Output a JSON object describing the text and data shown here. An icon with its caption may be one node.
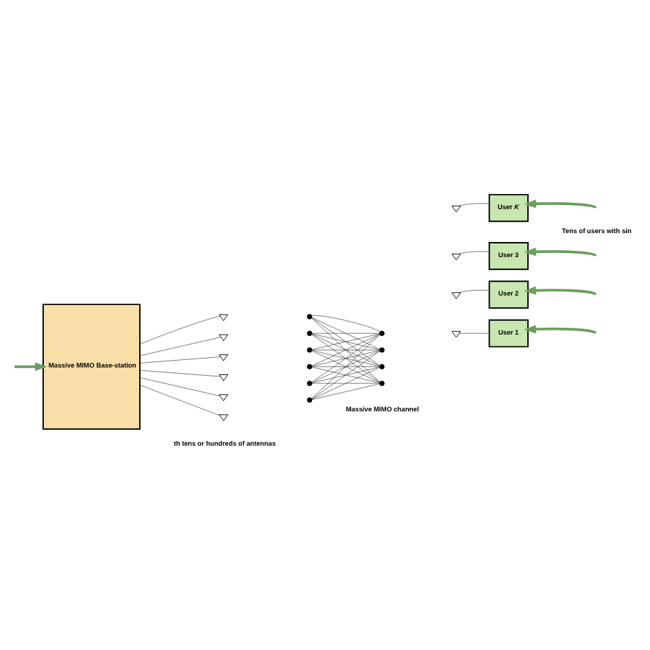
{
  "diagram": {
    "nodes": [
      {
        "text": [
          "Massive MIMO Base-station"
        ]
      },
      {
        "text": [],
        "shape": "antenna"
      },
      {
        "text": [],
        "shape": "antenna"
      },
      {
        "text": [],
        "shape": "antenna"
      },
      {
        "text": [],
        "shape": "antenna"
      },
      {
        "text": [],
        "shape": "antenna"
      },
      {
        "text": [],
        "shape": "antenna"
      },
      {
        "text": [],
        "shape": "circle"
      },
      {
        "text": [],
        "shape": "circle"
      },
      {
        "text": [],
        "shape": "circle"
      },
      {
        "text": [],
        "shape": "circle"
      },
      {
        "text": [],
        "shape": "circle"
      },
      {
        "text": [],
        "shape": "circle"
      },
      {
        "text": [],
        "shape": "circle"
      },
      {
        "text": [],
        "shape": "circle"
      },
      {
        "text": [],
        "shape": "circle"
      },
      {
        "text": [],
        "shape": "circle"
      },
      {
        "text": [],
        "shape": "antenna"
      },
      {
        "text": [],
        "shape": "antenna"
      },
      {
        "text": [],
        "shape": "antenna"
      },
      {
        "text": [],
        "shape": "antenna"
      },
      {
        "text": [
          "User 1"
        ]
      },
      {
        "text": [
          "User 2"
        ]
      },
      {
        "text": [
          "User 3"
        ]
      },
      {
        "text": [
          "User *K*"
        ]
      }
    ],
    "edges": [
      {
        "from": null,
        "to": 0,
        "arrow": "to",
        "style": "thick",
        "color": "#6a9f5e"
      },
      {
        "from": 0,
        "to": 1,
        "arrow": "none"
      },
      {
        "from": 0,
        "to": 2,
        "arrow": "none"
      },
      {
        "from": 0,
        "to": 3,
        "arrow": "none"
      },
      {
        "from": 0,
        "to": 4,
        "arrow": "none"
      },
      {
        "from": 0,
        "to": 5,
        "arrow": "none"
      },
      {
        "from": 0,
        "to": 6,
        "arrow": "none"
      },
      {
        "from": 7,
        "to": 13,
        "arrow": "none"
      },
      {
        "from": 7,
        "to": 14,
        "arrow": "none"
      },
      {
        "from": 7,
        "to": 15,
        "arrow": "none"
      },
      {
        "from": 7,
        "to": 16,
        "arrow": "none"
      },
      {
        "from": 8,
        "to": 13,
        "arrow": "none"
      },
      {
        "from": 8,
        "to": 14,
        "arrow": "none"
      },
      {
        "from": 8,
        "to": 15,
        "arrow": "none"
      },
      {
        "from": 8,
        "to": 16,
        "arrow": "none"
      },
      {
        "from": 9,
        "to": 13,
        "arrow": "none"
      },
      {
        "from": 9,
        "to": 14,
        "arrow": "none"
      },
      {
        "from": 9,
        "to": 15,
        "arrow": "none"
      },
      {
        "from": 9,
        "to": 16,
        "arrow": "none"
      },
      {
        "from": 10,
        "to": 13,
        "arrow": "none"
      },
      {
        "from": 10,
        "to": 14,
        "arrow": "none"
      },
      {
        "from": 10,
        "to": 15,
        "arrow": "none"
      },
      {
        "from": 10,
        "to": 16,
        "arrow": "none"
      },
      {
        "from": 11,
        "to": 13,
        "arrow": "none"
      },
      {
        "from": 11,
        "to": 14,
        "arrow": "none"
      },
      {
        "from": 11,
        "to": 15,
        "arrow": "none"
      },
      {
        "from": 11,
        "to": 16,
        "arrow": "none"
      },
      {
        "from": 12,
        "to": 13,
        "arrow": "none"
      },
      {
        "from": 12,
        "to": 14,
        "arrow": "none"
      },
      {
        "from": 12,
        "to": 15,
        "arrow": "none"
      },
      {
        "from": 12,
        "to": 16,
        "arrow": "none"
      },
      {
        "from": 21,
        "to": 17,
        "arrow": "none"
      },
      {
        "from": 22,
        "to": 18,
        "arrow": "none"
      },
      {
        "from": 23,
        "to": 19,
        "arrow": "none"
      },
      {
        "from": 24,
        "to": 20,
        "arrow": "none"
      },
      {
        "from": null,
        "to": 21,
        "arrow": "to",
        "style": "thick",
        "color": "#6a9f5e"
      },
      {
        "from": null,
        "to": 22,
        "arrow": "to",
        "style": "thick",
        "color": "#6a9f5e"
      },
      {
        "from": null,
        "to": 23,
        "arrow": "to",
        "style": "thick",
        "color": "#6a9f5e"
      },
      {
        "from": null,
        "to": 24,
        "arrow": "to",
        "style": "thick",
        "color": "#6a9f5e"
      }
    ],
    "labels": [
      "th tens or hundreds of antennas",
      "Massive MIMO channel",
      "Tens of users with sin"
    ]
  }
}
